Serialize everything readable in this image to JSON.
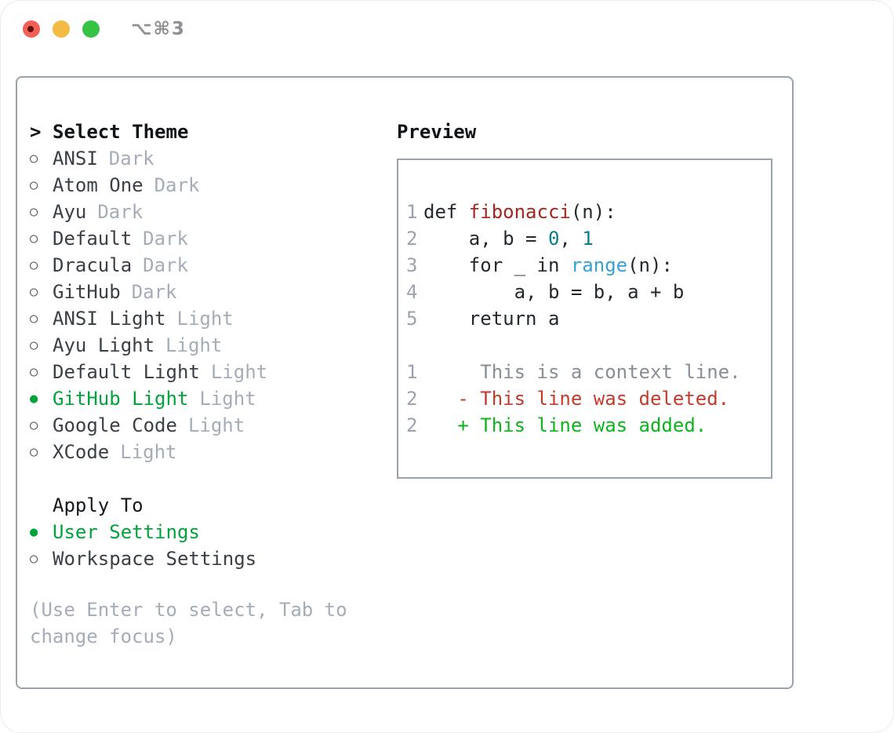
{
  "titlebar": {
    "title": "⌥⌘3"
  },
  "icons": {
    "radio_on": "●",
    "radio_off": "○",
    "cursor": ">"
  },
  "colors": {
    "selected_green": "#00a43a",
    "added_green": "#0db41f",
    "deleted_red": "#c43a2b",
    "function_red": "#a4271d",
    "number_teal": "#087e8b",
    "builtin_blue": "#38a0d8",
    "muted_gray": "#a4adb8",
    "border_gray": "#9aa2ad",
    "traffic_red": "#f26055",
    "traffic_yellow": "#f4bb44",
    "traffic_green": "#35c245"
  },
  "panel": {
    "theme_list": {
      "header": "Select Theme",
      "items": [
        {
          "name": "ANSI",
          "tag": "Dark",
          "selected": false
        },
        {
          "name": "Atom One",
          "tag": "Dark",
          "selected": false
        },
        {
          "name": "Ayu",
          "tag": "Dark",
          "selected": false
        },
        {
          "name": "Default",
          "tag": "Dark",
          "selected": false
        },
        {
          "name": "Dracula",
          "tag": "Dark",
          "selected": false
        },
        {
          "name": "GitHub",
          "tag": "Dark",
          "selected": false
        },
        {
          "name": "ANSI Light",
          "tag": "Light",
          "selected": false
        },
        {
          "name": "Ayu Light",
          "tag": "Light",
          "selected": false
        },
        {
          "name": "Default Light",
          "tag": "Light",
          "selected": false
        },
        {
          "name": "GitHub Light",
          "tag": "Light",
          "selected": true
        },
        {
          "name": "Google Code",
          "tag": "Light",
          "selected": false
        },
        {
          "name": "XCode",
          "tag": "Light",
          "selected": false
        }
      ]
    },
    "apply_to": {
      "header": "Apply To",
      "options": [
        {
          "name": "User Settings",
          "selected": true
        },
        {
          "name": "Workspace Settings",
          "selected": false
        }
      ]
    },
    "hint": "(Use Enter to select, Tab to change focus)",
    "preview": {
      "header": "Preview",
      "code_lines": [
        {
          "num": "1",
          "segments": [
            {
              "text": "def ",
              "color": "fg"
            },
            {
              "text": "fibonacci",
              "color": "func"
            },
            {
              "text": "(n):",
              "color": "fg"
            }
          ]
        },
        {
          "num": "2",
          "segments": [
            {
              "text": "    a, b = ",
              "color": "fg"
            },
            {
              "text": "0",
              "color": "num"
            },
            {
              "text": ", ",
              "color": "fg"
            },
            {
              "text": "1",
              "color": "num"
            }
          ]
        },
        {
          "num": "3",
          "segments": [
            {
              "text": "    for _ in ",
              "color": "fg"
            },
            {
              "text": "range",
              "color": "builtin"
            },
            {
              "text": "(n):",
              "color": "fg"
            }
          ]
        },
        {
          "num": "4",
          "segments": [
            {
              "text": "        a, b = b, a + b",
              "color": "fg"
            }
          ]
        },
        {
          "num": "5",
          "segments": [
            {
              "text": "    return a",
              "color": "fg"
            }
          ]
        }
      ],
      "diff_lines": [
        {
          "num": "1",
          "type": "context",
          "text": "     This is a context line."
        },
        {
          "num": "2",
          "type": "deleted",
          "text": "   - This line was deleted."
        },
        {
          "num": "2",
          "type": "added",
          "text": "   + This line was added."
        }
      ]
    }
  }
}
